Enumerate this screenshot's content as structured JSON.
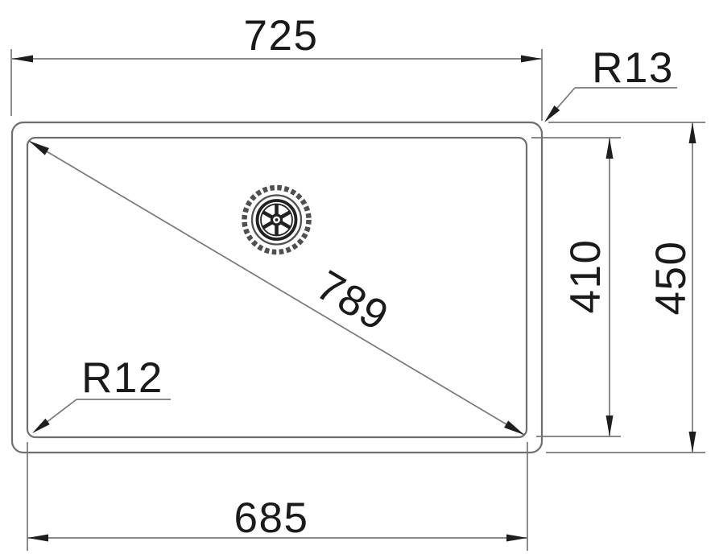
{
  "labels": {
    "overall_width": "725",
    "outer_corner_radius": "R13",
    "inner_height": "410",
    "overall_height": "450",
    "diagonal": "789",
    "inner_corner_radius": "R12",
    "inner_width": "685"
  },
  "icons": {
    "drain": "drain-strainer-icon (concentric circles with six-spoke strainer)"
  },
  "colors": {
    "background": "#ffffff",
    "geometry_line": "#6e6e6e",
    "dimension_line": "#787878",
    "text": "#1a1a1a",
    "arrowhead": "#1e1e1e"
  }
}
